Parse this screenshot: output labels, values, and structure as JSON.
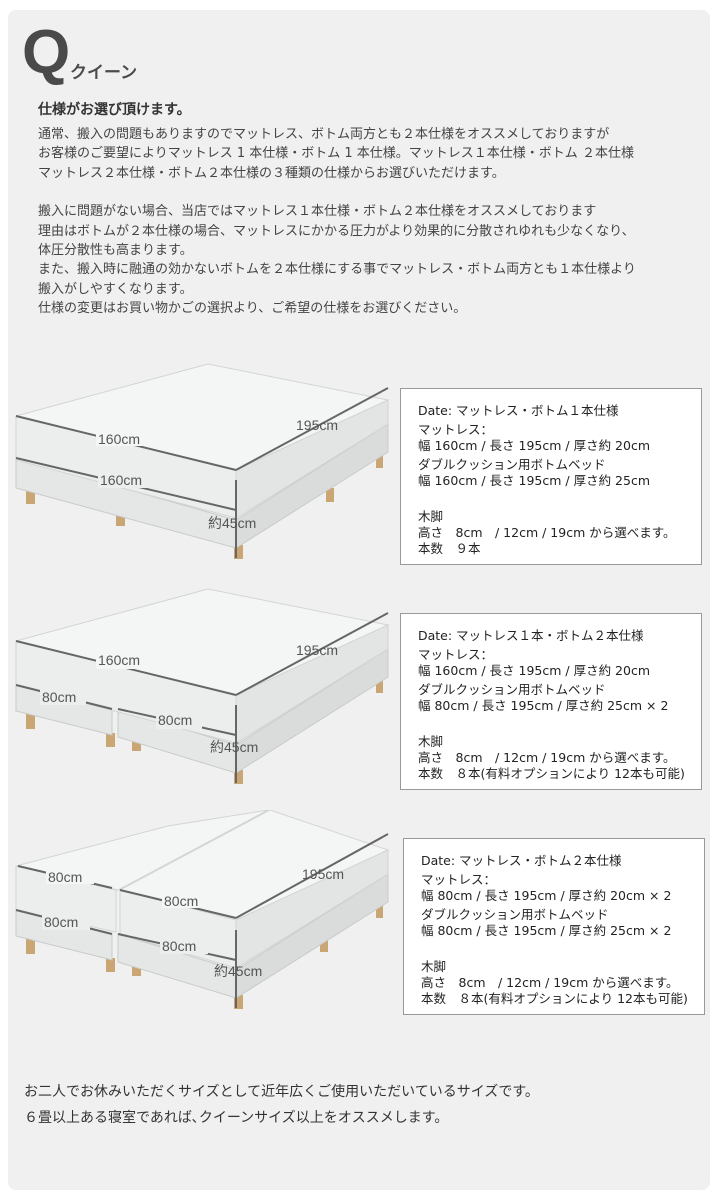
{
  "header": {
    "letter": "Q",
    "name": "クイーン"
  },
  "spec_title": "仕様がお選び頂けます。",
  "intro_lines": [
    "通常、搬入の問題もありますのでマットレス、ボトム両方とも２本仕様をオススメしておりますが",
    "お客様のご要望によりマットレス 1 本仕様・ボトム 1 本仕様。マットレス１本仕様・ボトム ２本仕様",
    "マットレス２本仕様・ボトム２本仕様の３種類の仕様からお選びいただけます。",
    "搬入に問題がない場合、当店ではマットレス１本仕様・ボトム２本仕様をオススメしております",
    "理由はボトムが２本仕様の場合、マットレスにかかる圧力がより効果的に分散されゆれも少なくなり、",
    "体圧分散性も高まります。",
    "また、搬入時に融通の効かないボトムを２本仕様にする事でマットレス・ボトム両方とも１本仕様より",
    "搬入がしやすくなります。",
    "仕様の変更はお買い物かごの選択より、ご希望の仕様をお選びください。"
  ],
  "beds": [
    {
      "dims": {
        "mattress_width": "160cm",
        "length": "195cm",
        "bottom_width_left": "160cm",
        "bottom_width_right": "",
        "height": "約45cm"
      },
      "spec": {
        "title": "Date: マットレス・ボトム１本仕様",
        "mattress_label": "マットレス：",
        "mattress_size": "幅 160cm / 長さ 195cm / 厚さ約 20cm",
        "bottom_label": "ダブルクッション用ボトムベッド",
        "bottom_size": "幅 160cm / 長さ 195cm / 厚さ約 25cm",
        "legs_label": "木脚",
        "legs_height": "高さ　8cm　/ 12cm / 19cm から選べます。",
        "legs_count": "本数　９本"
      }
    },
    {
      "dims": {
        "mattress_width": "160cm",
        "length": "195cm",
        "bottom_width_left": "80cm",
        "bottom_width_right": "80cm",
        "height": "約45cm"
      },
      "spec": {
        "title": "Date: マットレス１本・ボトム２本仕様",
        "mattress_label": "マットレス：",
        "mattress_size": "幅 160cm / 長さ 195cm / 厚さ約 20cm",
        "bottom_label": "ダブルクッション用ボトムベッド",
        "bottom_size": "幅 80cm / 長さ 195cm / 厚さ約 25cm × 2",
        "legs_label": "木脚",
        "legs_height": "高さ　8cm　/ 12cm / 19cm から選べます。",
        "legs_count": "本数　８本(有料オプションにより 12本も可能)"
      }
    },
    {
      "dims": {
        "mattress_width_left": "80cm",
        "mattress_width_right": "80cm",
        "length": "195cm",
        "bottom_width_left": "80cm",
        "bottom_width_right": "80cm",
        "height": "約45cm"
      },
      "spec": {
        "title": "Date: マットレス・ボトム２本仕様",
        "mattress_label": "マットレス：",
        "mattress_size": "幅 80cm / 長さ 195cm / 厚さ約 20cm × 2",
        "bottom_label": "ダブルクッション用ボトムベッド",
        "bottom_size": "幅 80cm / 長さ 195cm / 厚さ約 25cm × 2",
        "legs_label": "木脚",
        "legs_height": "高さ　8cm　/ 12cm / 19cm から選べます。",
        "legs_count": "本数　８本(有料オプションにより 12本も可能)"
      }
    }
  ],
  "footer_lines": [
    "お二人でお休みいただくサイズとして近年広くご使用いただいているサイズです。",
    "６畳以上ある寝室であれば､クイーンサイズ以上をオススメします。"
  ],
  "colors": {
    "panel": "#f0f0f0",
    "mattress_top": "#f3f5f4",
    "mattress_side": "#e6e9e7",
    "legs": "#c9a673",
    "dim_line": "#666666"
  }
}
